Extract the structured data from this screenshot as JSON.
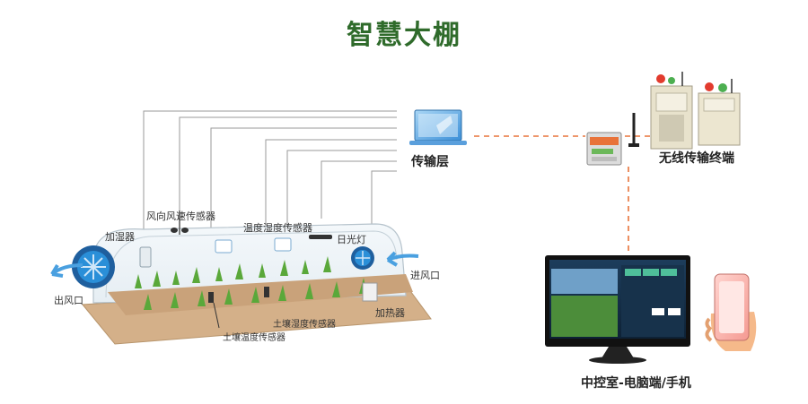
{
  "title": "智慧大棚",
  "labels": {
    "transport_layer": "传输层",
    "wireless_terminal": "无线传输终端",
    "control_room": "中控室-电脑端/手机",
    "wind_sensor": "风向风速传感器",
    "humidifier": "加湿器",
    "temp_humidity_sensor": "温度湿度传感器",
    "grow_light": "日光灯",
    "air_inlet": "进风口",
    "air_outlet": "出风口",
    "heater": "加热器",
    "soil_temp_humidity_sensor": "土壤温度传感器",
    "soil_humidity_sensor": "土壤湿度传感器"
  },
  "colors": {
    "title": "#2f6b2b",
    "link_dashed": "#e8733a",
    "sensor_lines": "#9a9a9a",
    "plants": "#5aa83a",
    "soil": "#c9a27a",
    "fan_blue": "#2a8fd8",
    "arrow_blue": "#4aa0e0"
  },
  "icons": {
    "transport": "laptop-icon",
    "terminal": "control-cabinet-icon",
    "dtu": "dtu-router-icon",
    "monitor": "monitor-icon",
    "phone": "phone-hand-icon"
  }
}
